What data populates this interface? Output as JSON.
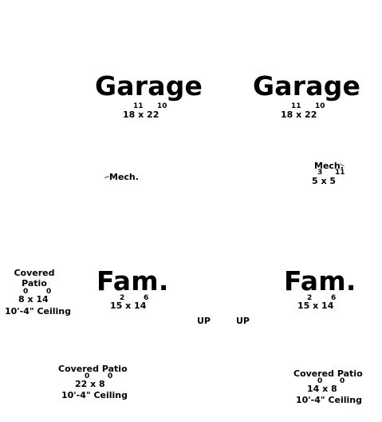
{
  "rooms": [
    {
      "name": "Garage",
      "dims": "18 x 22",
      "sup_left": "11",
      "sup_right": "10"
    },
    {
      "name": "Garage",
      "dims": "18 x 22",
      "sup_left": "11",
      "sup_right": "10"
    },
    {
      "name": "Fam.",
      "dims": "15 x 14",
      "sup_left": "2",
      "sup_right": "6"
    },
    {
      "name": "Fam.",
      "dims": "15 x 14",
      "sup_left": "2",
      "sup_right": "6"
    }
  ],
  "mech_left": {
    "name": "Mech."
  },
  "mech_right": {
    "name": "Mech.",
    "dims": "5 x 5",
    "sup_left": "3",
    "sup_right": "11"
  },
  "patio_left_top": {
    "line1": "Covered",
    "line2": "Patio",
    "dims": "8 x 14",
    "sup_left": "0",
    "sup_right": "0",
    "ceiling": "10'-4\" Ceiling"
  },
  "patio_bottom_left": {
    "line1": "Covered Patio",
    "dims": "22 x 8",
    "sup_left": "0",
    "sup_right": "0",
    "ceiling": "10'-4\" Ceiling"
  },
  "patio_bottom_right": {
    "line1": "Covered Patio",
    "dims": "14 x 8",
    "sup_left": "0",
    "sup_right": "0",
    "ceiling": "10'-4\" Ceiling"
  },
  "stairs": [
    "UP",
    "UP"
  ]
}
